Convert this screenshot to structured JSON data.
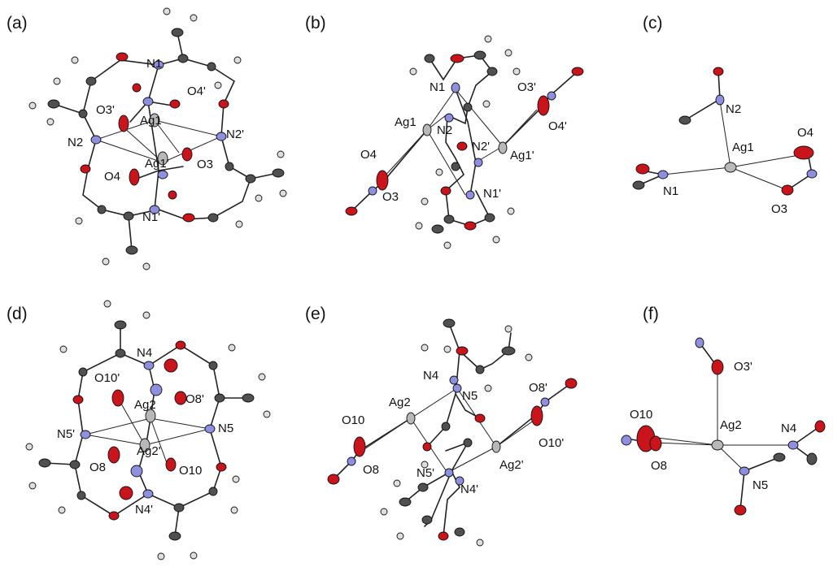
{
  "panels": [
    {
      "label": "(a)",
      "atom_labels": [
        "N1",
        "O4'",
        "O3'",
        "Ag1",
        "N2",
        "N2'",
        "O4",
        "Ag1'",
        "O3",
        "N1'"
      ]
    },
    {
      "label": "(b)",
      "atom_labels": [
        "N1",
        "O3'",
        "Ag1",
        "N2",
        "O4'",
        "N2'",
        "Ag1'",
        "O4",
        "O3",
        "N1'"
      ]
    },
    {
      "label": "(c)",
      "atom_labels": [
        "N2",
        "O4",
        "Ag1",
        "N1",
        "O3"
      ]
    },
    {
      "label": "(d)",
      "atom_labels": [
        "N4",
        "O10'",
        "O8'",
        "Ag2",
        "N5'",
        "N5",
        "Ag2'",
        "O8",
        "O10",
        "N4'"
      ]
    },
    {
      "label": "(e)",
      "atom_labels": [
        "N4",
        "N5",
        "Ag2",
        "O8'",
        "O10",
        "O10'",
        "N5'",
        "Ag2'",
        "O8",
        "N4'"
      ]
    },
    {
      "label": "(f)",
      "atom_labels": [
        "O3'",
        "O10",
        "Ag2",
        "N4",
        "O8",
        "N5"
      ]
    }
  ],
  "colors": {
    "oxygen": "#c9141b",
    "nitrogen": "#8f8fe0",
    "carbon": "#505050",
    "hydrogen": "#dedede",
    "silver": "#b8b8b8"
  }
}
